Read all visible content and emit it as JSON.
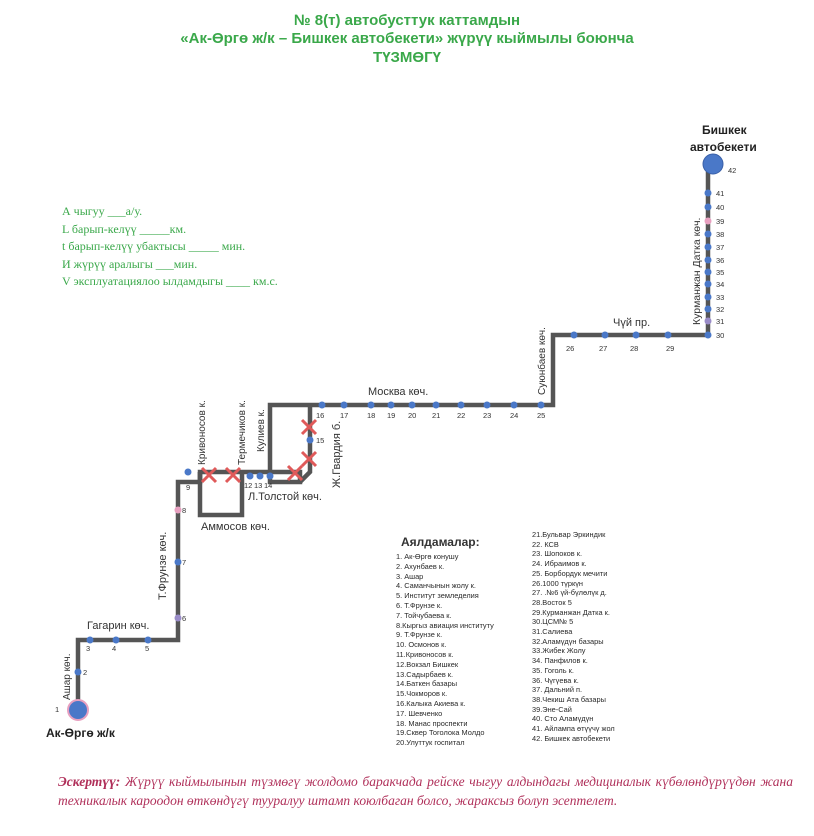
{
  "header": {
    "line1": "№ 8(т) автобусттук каттамдын",
    "line2": "«Ак-Өргө ж/к – Бишкек автобекети» жүрүү кыймылы боюнча",
    "line3": "ТҮЗМӨГҮ"
  },
  "params": [
    "А чыгуу ___а/у.",
    "L барып-келүү _____км.",
    "t барып-келүү убактысы _____ мин.",
    "И жүрүү аралыгы ___мин.",
    "V эксплуатациялоо ылдамдыгы ____ км.с."
  ],
  "map": {
    "endpoint_start": "Ак-Өргө ж/к",
    "endpoint_end_line1": "Бишкек",
    "endpoint_end_line2": "автобекети",
    "streets": {
      "ashar": "Ашар көч.",
      "gagarin": "Гагарин көч.",
      "frunze": "Т.Фрунзе көч.",
      "ammosov": "Аммосов көч.",
      "krivonosov": "Кривоносов к.",
      "termechikov": "Термечиков к.",
      "kuliev": "Кулиев к.",
      "tolstoy": "Л.Толстой көч.",
      "gvardia": "Ж.Гвардия б.",
      "moskva": "Москва көч.",
      "suyumbaev": "Суюнбаев көч.",
      "chuy": "Чүй пр.",
      "kurmanjan": "Курманжан Датка көч."
    },
    "stop_numbers": [
      "1",
      "2",
      "3",
      "4",
      "5",
      "6",
      "7",
      "8",
      "9",
      "12",
      "13",
      "14",
      "15",
      "16",
      "17",
      "18",
      "19",
      "20",
      "21",
      "22",
      "23",
      "24",
      "25",
      "26",
      "27",
      "28",
      "29",
      "30",
      "31",
      "32",
      "33",
      "34",
      "35",
      "36",
      "37",
      "38",
      "39",
      "40",
      "41",
      "42"
    ]
  },
  "stops_title": "Аялдамалар:",
  "stops_col1": [
    "1. Ак-Өргө конушу",
    "2. Ахунбаев к.",
    "3. Ашар",
    "4. Саманчынын жолу к.",
    "5. Институт земледелия",
    "6. Т.Фрунзе к.",
    "7. Тойчубаева к.",
    "8.Кыргыз авиация институту",
    "9. Т.Фрунзе к.",
    "10. Осмонов к.",
    "11.Кривоносов к.",
    "12.Вокзал Бишкек",
    "13.Садырбаев к.",
    "14.Баткен базары",
    "15.Чокморов к.",
    "16.Калыка Акиева к.",
    "17. Шевченко",
    "18. Манас проспекти",
    "19.Сквер Тоголока Молдо",
    "20.Улуттук госпитал"
  ],
  "stops_col2": [
    "21.Бульвар Эркиндик",
    "22. КСВ",
    "23. Шопоков к.",
    "24. Ибраимов к.",
    "25. Борбордук мечити",
    "26.1000 түркүн",
    "27. .№6 үй-бүлөлүк д.",
    "28.Восток 5",
    "29.Курманжан Датка к.",
    "30.ЦСМ№ 5",
    "31.Салиева",
    "32.Аламүдүн базары",
    "33.Жибек Жолу",
    "34. Панфилов к.",
    "35. Гоголь к.",
    "36. Чүгүева к.",
    "37. Дальний п.",
    "38.Чекиш Ата базары",
    "39.Эне-Сай",
    "40. Сто Аламүдүн",
    "41. Айлампа өтүүчү жол",
    "42. Бишкек автобекети"
  ],
  "note": {
    "label": "Эскертүү:",
    "text": " Жүрүү кыймылынын түзмөгү жолдомо баракчада рейске чыгуу алдындагы медициналык күбөлөндүрүүдөн жана техникалык кароодон өткөндүгү тууралуу штамп коюлбаган болсо, жараксыз болуп эсептелет."
  },
  "colors": {
    "title_green": "#3aa84a",
    "route_line": "#555555",
    "stop_blue": "#4a78c8",
    "stop_pink": "#e8a0c0",
    "closed_red": "#e05a5a",
    "note_red": "#b0305a"
  }
}
